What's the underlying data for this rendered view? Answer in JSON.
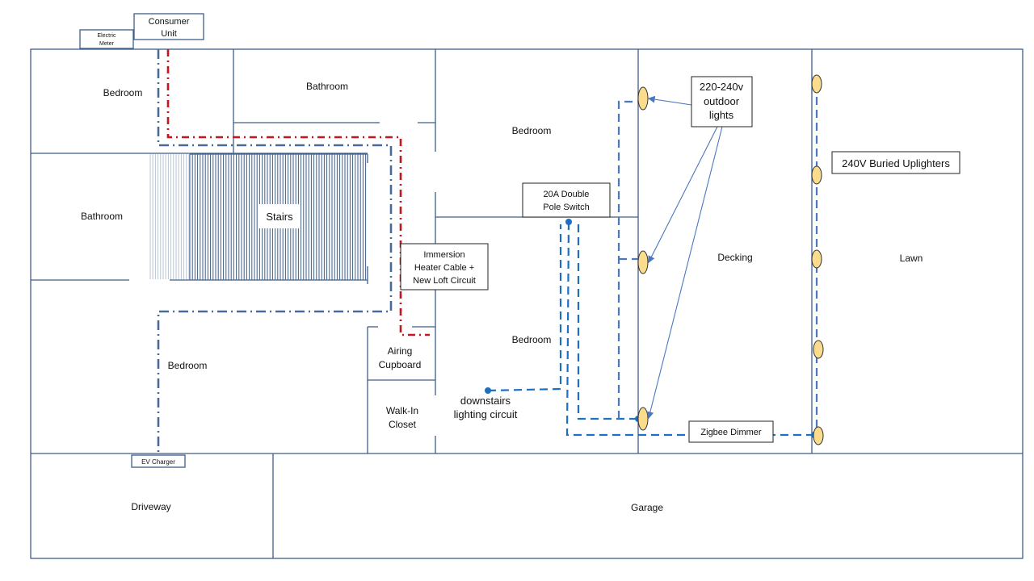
{
  "title": "House electrical plan - outdoor lighting & loft circuit",
  "colors": {
    "wall": "#3e5e8a",
    "red_route": "#c8141e",
    "blue_route": "#4a6a9a",
    "lighting_circuit": "#1e6ec2",
    "lamp_fill": "#fbdb8c"
  },
  "equipment": {
    "electric_meter_line1": "Electric",
    "electric_meter_line2": "Meter",
    "consumer_unit_line1": "Consumer",
    "consumer_unit_line2": "Unit",
    "ev_charger": "EV Charger"
  },
  "rooms": {
    "bedroom_top_left": "Bedroom",
    "bathroom_top": "Bathroom",
    "bathroom_left": "Bathroom",
    "stairs": "Stairs",
    "bedroom_bottom_left": "Bedroom",
    "airing_cupboard_line1": "Airing",
    "airing_cupboard_line2": "Cupboard",
    "walk_in_closet_line1": "Walk-In",
    "walk_in_closet_line2": "Closet",
    "bedroom_top_right": "Bedroom",
    "bedroom_bottom_right": "Bedroom",
    "decking": "Decking",
    "lawn": "Lawn",
    "driveway": "Driveway",
    "garage": "Garage"
  },
  "callouts": {
    "immersion_line1": "Immersion",
    "immersion_line2": "Heater Cable +",
    "immersion_line3": "New Loft Circuit",
    "switch_line1": "20A Double",
    "switch_line2": "Pole Switch",
    "outdoor_lights_line1": "220-240v",
    "outdoor_lights_line2": "outdoor",
    "outdoor_lights_line3": "lights",
    "uplighters": "240V Buried Uplighters",
    "downstairs_line1": "downstairs",
    "downstairs_line2": "lighting circuit",
    "zigbee_dimmer": "Zigbee Dimmer"
  },
  "fixtures": {
    "outdoor_light_count": 3,
    "uplighter_count": 5
  }
}
